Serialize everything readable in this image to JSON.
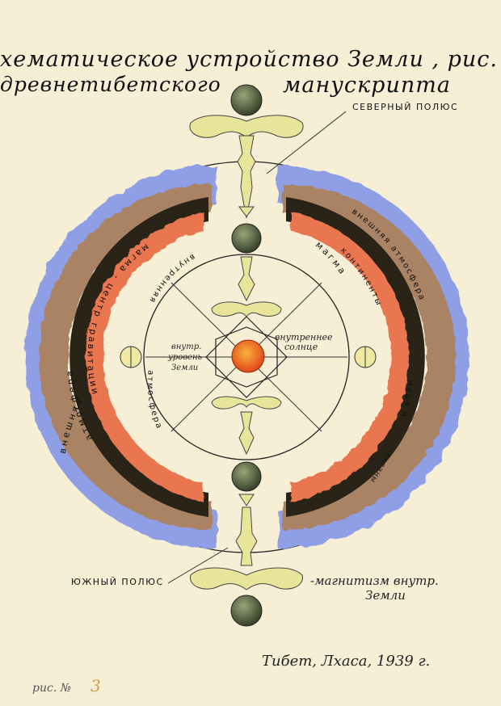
{
  "title": {
    "line1": "хематическое устройство Земли , рис. с",
    "line2a": "древнетибетского",
    "line2b": "манускрипта"
  },
  "labels": {
    "north_pole": "СЕВЕРНЫЙ ПОЛЮС",
    "south_pole": "ЮЖНЫЙ ПОЛЮС",
    "magnetism": "-магнитизм внутр.",
    "magnetism2": "Земли",
    "inner_sun1": "внутреннее",
    "inner_sun2": "солнце",
    "inner_level1": "внутр.",
    "inner_level2": "уровень",
    "inner_level3": "Земли",
    "outer_atm_left_a": "атмосфера",
    "outer_atm_left_b": "внешняя",
    "magma_left": "магма - центр гравитации",
    "inner_atm_left_a": "внутренняя",
    "inner_atm_left_b": "атмосфера",
    "outer_atm_right": "внешняя атмосфера",
    "continents": "континенты",
    "seas": "моря и",
    "oceans": "океаны",
    "magma_right": "магма"
  },
  "footer": {
    "place": "Тибет, Лхаса, 1939 г.",
    "fig_label": "рис. №",
    "fig_number": "3"
  },
  "colors": {
    "paper": "#f6efd6",
    "ocean_blue": "#8e9fe6",
    "magma_orange": "#e9764f",
    "crust_dark": "#2a2418",
    "earth_brown": "#a98364",
    "sun_orange": "#e8561a",
    "ornament_yellow": "#e8e49a",
    "pole_green": "#3d4d2e"
  }
}
